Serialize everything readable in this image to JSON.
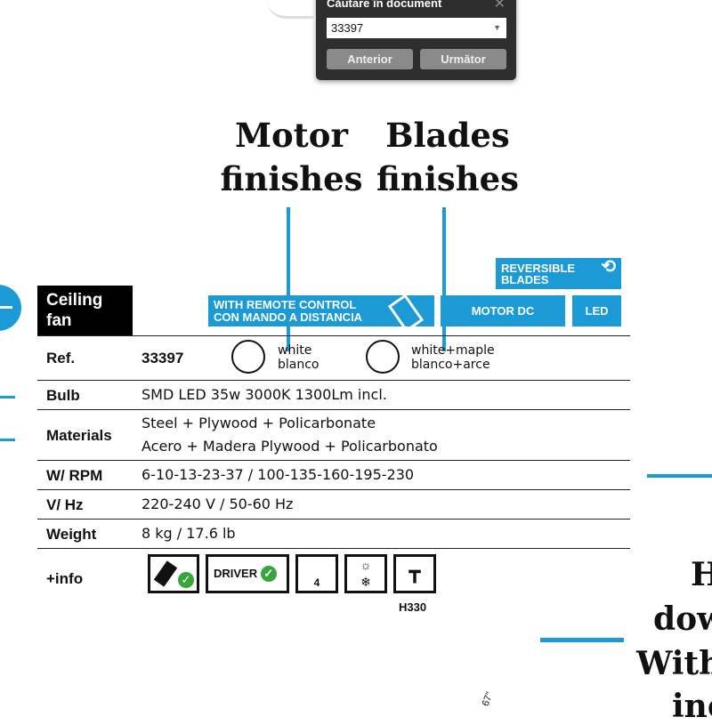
{
  "search_popup": {
    "title": "Căutare în document",
    "value": "33397",
    "prev": "Anterior",
    "next": "Următor"
  },
  "headings": {
    "motor": [
      "Motor",
      "finishes"
    ],
    "blades": [
      "Blades",
      "finishes"
    ]
  },
  "badges": {
    "remote": [
      "WITH REMOTE CONTROL",
      "CON MANDO A DISTANCIA"
    ],
    "reversible": [
      "REVERSIBLE",
      "BLADES"
    ],
    "motor_dc": "MOTOR DC",
    "led": "LED"
  },
  "product_type": [
    "Ceiling",
    "fan"
  ],
  "specs": {
    "ref_label": "Ref.",
    "ref": "33397",
    "finish1": [
      "white",
      "blanco"
    ],
    "finish2": [
      "white+maple",
      "blanco+arce"
    ],
    "bulb_label": "Bulb",
    "bulb": "SMD LED 35w 3000K 1300Lm incl.",
    "materials_label": "Materials",
    "materials": [
      "Steel + Plywood + Policarbonate",
      "Acero + Madera Plywood + Policarbonato"
    ],
    "wrpm_label": "W/ RPM",
    "wrpm": "6-10-13-23-37 / 100-135-160-195-230",
    "vhz_label": "V/ Hz",
    "vhz": "220-240 V / 50-60 Hz",
    "weight_label": "Weight",
    "weight": "8 kg / 17.6 lb",
    "info_label": "+info"
  },
  "info_icons": {
    "driver": "DRIVER",
    "blades_count": "4",
    "height": "H330"
  },
  "side_text": [
    "H",
    "dow",
    "With",
    "inc"
  ],
  "dimension_fragment": "67\""
}
